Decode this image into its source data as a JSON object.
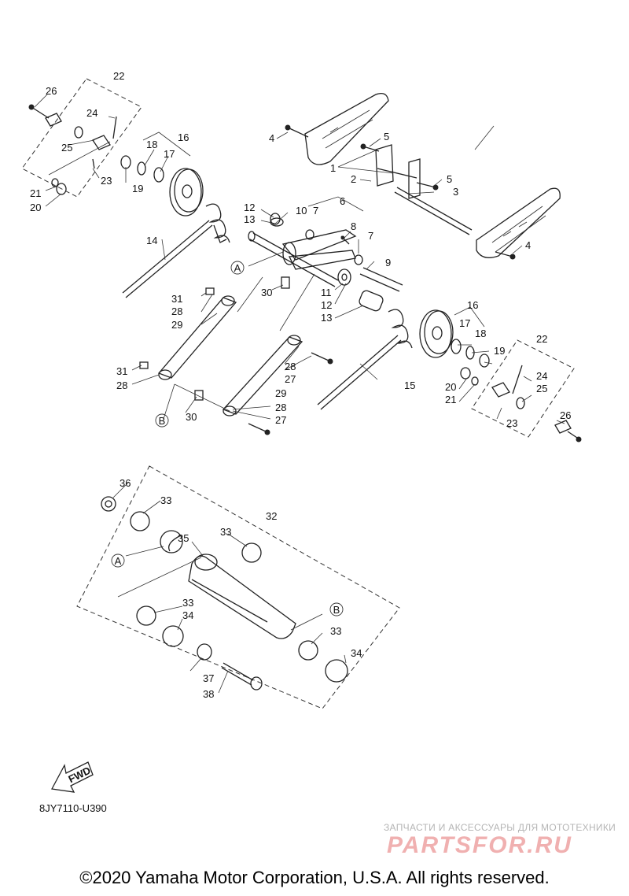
{
  "callouts": {
    "n1": "1",
    "n2": "2",
    "n3": "3",
    "n4": "4",
    "n5": "5",
    "n6": "6",
    "n7": "7",
    "n8": "8",
    "n9": "9",
    "n10": "10",
    "n11": "11",
    "n12": "12",
    "n13": "13",
    "n14": "14",
    "n15": "15",
    "n16": "16",
    "n17": "17",
    "n18": "18",
    "n19": "19",
    "n20": "20",
    "n21": "21",
    "n22": "22",
    "n23": "23",
    "n24": "24",
    "n25": "25",
    "n26": "26",
    "n27": "27",
    "n28": "28",
    "n29": "29",
    "n30": "30",
    "n31": "31",
    "n32": "32",
    "n33": "33",
    "n34": "34",
    "n35": "35",
    "n36": "36",
    "n37": "37",
    "n38": "38"
  },
  "markers": {
    "a": "A",
    "b": "B"
  },
  "fwd_label": "FWD",
  "diagram_code": "8JY7110-U390",
  "watermark": {
    "subtitle": "ЗАПЧАСТИ И АКСЕССУАРЫ ДЛЯ МОТОТЕХНИКИ",
    "brand": "PARTSFOR.RU"
  },
  "copyright": "©2020 Yamaha Motor Corporation, U.S.A. All rights reserved."
}
